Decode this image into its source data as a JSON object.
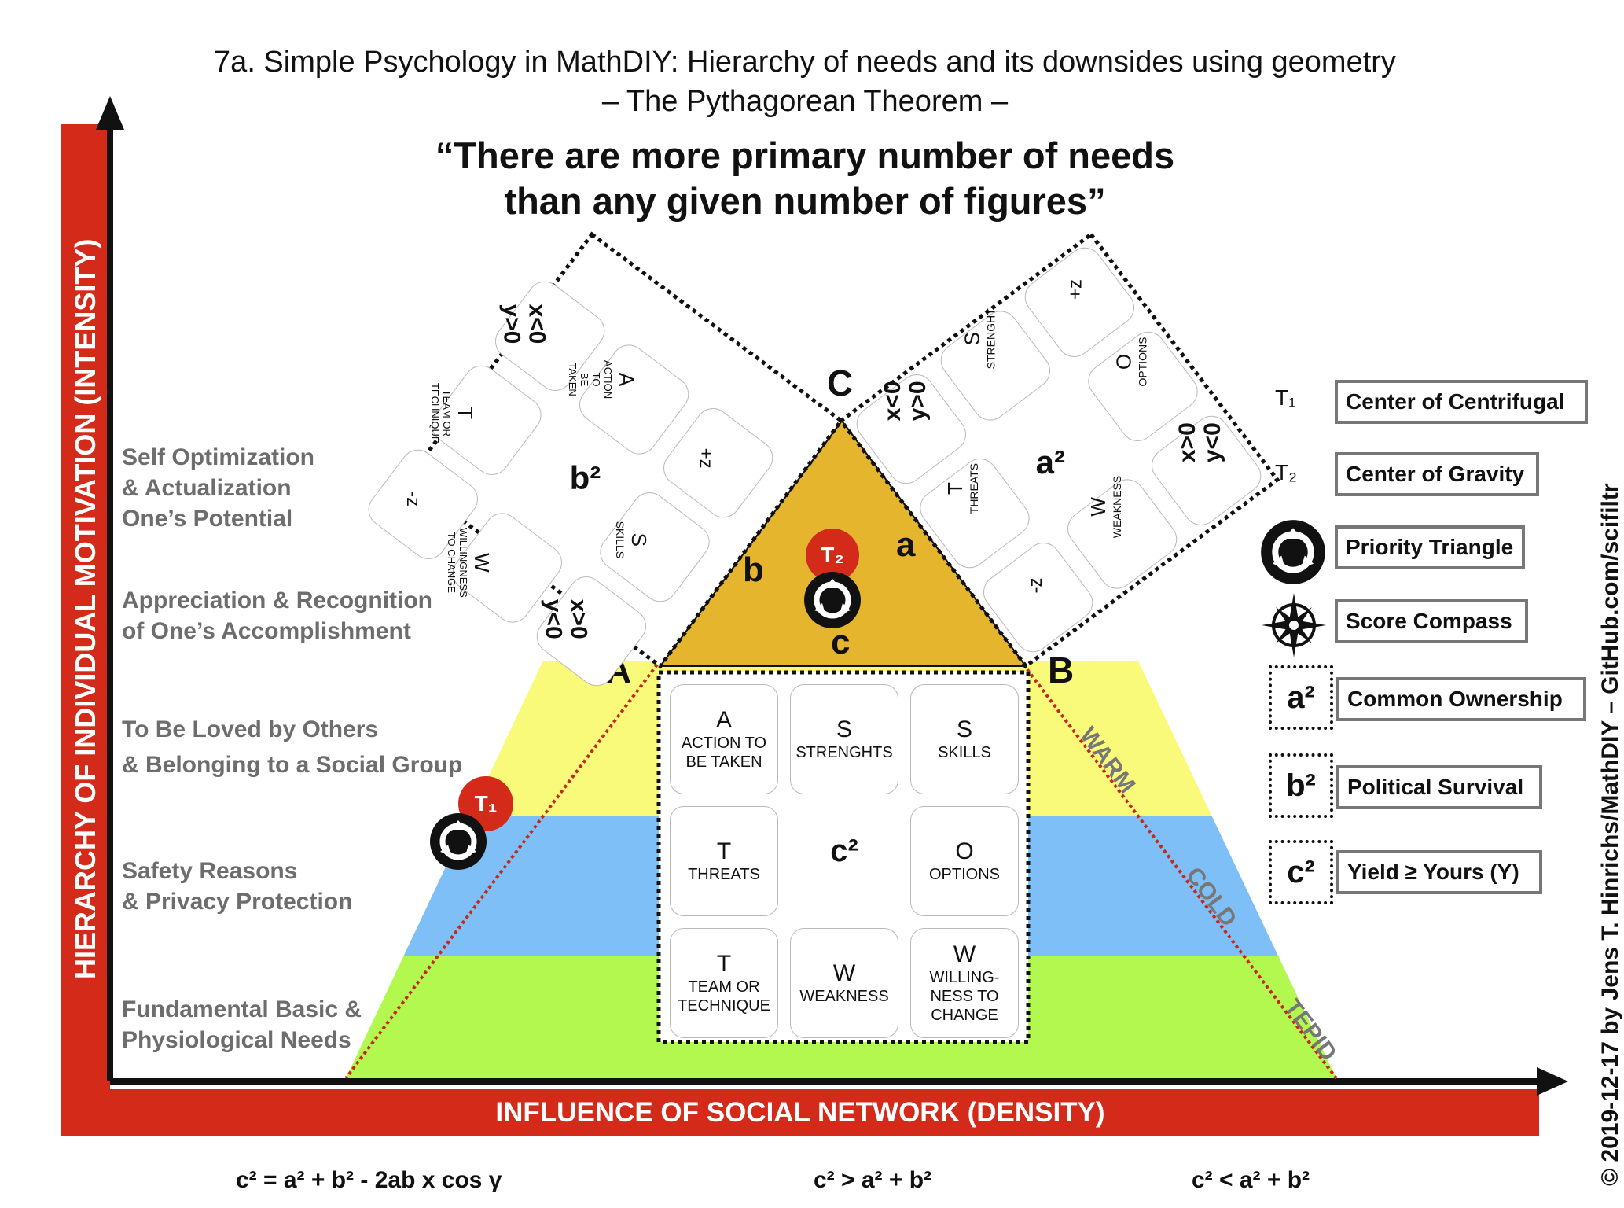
{
  "title": {
    "line1": "7a. Simple Psychology in MathDIY: Hierarchy of needs and its downsides using geometry",
    "line2": "– The Pythagorean Theorem –"
  },
  "quote": {
    "line1": "“There are more primary number of needs",
    "line2": "than any given number of figures”"
  },
  "axes": {
    "y_label": "HIERARCHY OF INDIVIDUAL MOTIVATION (INTENSITY)",
    "x_label": "INFLUENCE OF SOCIAL NETWORK (DENSITY)"
  },
  "levels": [
    {
      "line1": "Self Optimization",
      "line2": "& Actualization",
      "line3": "One’s Potential"
    },
    {
      "line1": "Appreciation & Recognition",
      "line2": "of One’s Accomplishment"
    },
    {
      "line1": "To Be Loved by Others",
      "line2": "& Belonging to a Social Group"
    },
    {
      "line1": "Safety Reasons",
      "line2": "& Privacy Protection"
    },
    {
      "line1": "Fundamental Basic &",
      "line2": "Physiological Needs"
    }
  ],
  "vertices": {
    "A": "A",
    "B": "B",
    "C": "C"
  },
  "sides": {
    "a": "a",
    "b": "b",
    "c": "c"
  },
  "temperatures": [
    "WARM",
    "COLD",
    "TEPID"
  ],
  "badges": {
    "t1": "T₁",
    "t2": "T₂"
  },
  "square_c": {
    "center": "c²",
    "cells": [
      {
        "letter": "A",
        "text": "ACTION TO\nBE TAKEN"
      },
      {
        "letter": "S",
        "text": "STRENGHTS"
      },
      {
        "letter": "S",
        "text": "SKILLS"
      },
      {
        "letter": "T",
        "text": "THREATS"
      },
      {
        "letter": "O",
        "text": "OPTIONS"
      },
      {
        "letter": "T",
        "text": "TEAM OR\nTECHNIQUE"
      },
      {
        "letter": "W",
        "text": "WEAKNESS"
      },
      {
        "letter": "W",
        "text": "WILLING-\nNESS TO\nCHANGE"
      }
    ]
  },
  "square_b": {
    "center": "b²",
    "cells": [
      {
        "letter": "x<0",
        "text": "y>0"
      },
      {
        "letter": "A",
        "text": "ACTION TO\nBE TAKEN"
      },
      {
        "letter": "+z",
        "text": ""
      },
      {
        "letter": "T",
        "text": "TEAM OR\nTECHNIQUE"
      },
      {
        "letter": "S",
        "text": "SKILLS"
      },
      {
        "letter": "-z",
        "text": ""
      },
      {
        "letter": "W",
        "text": "WILLINGNESS\nTO CHANGE"
      },
      {
        "letter": "x>0",
        "text": "y<0"
      }
    ]
  },
  "square_a": {
    "center": "a²",
    "cells": [
      {
        "letter": "+z",
        "text": ""
      },
      {
        "letter": "S",
        "text": "STRENGHT"
      },
      {
        "letter": "O",
        "text": "OPTIONS"
      },
      {
        "letter": "x<0",
        "text": "y>0"
      },
      {
        "letter": "x>0",
        "text": "y<0"
      },
      {
        "letter": "T",
        "text": "THREATS"
      },
      {
        "letter": "W",
        "text": "WEAKNESS"
      },
      {
        "letter": "-z",
        "text": ""
      }
    ]
  },
  "legend": [
    {
      "key": "T₁",
      "label": "Center of Centrifugal"
    },
    {
      "key": "T₂",
      "label": "Center of Gravity"
    },
    {
      "key": "priority-icon",
      "label": "Priority Triangle"
    },
    {
      "key": "compass-icon",
      "label": "Score Compass"
    },
    {
      "key": "a²",
      "label": "Common Ownership"
    },
    {
      "key": "b²",
      "label": "Political Survival"
    },
    {
      "key": "c²",
      "label": "Yield ≥ Yours (Y)"
    }
  ],
  "formulas": [
    "c² = a² + b² - 2ab x cos γ",
    "c² > a² + b²",
    "c² < a² + b²"
  ],
  "copyright": "© 2019-12-17 by Jens T. Hinrichs/MathDIY – GitHub.com/scifiltr",
  "colors": {
    "axis_red": "#d42a1a",
    "apex_orange": "#e6b52e",
    "yellow": "#fafa7a",
    "blue": "#7fbff8",
    "green": "#b3f84f",
    "badge_red": "#d42a1a"
  }
}
